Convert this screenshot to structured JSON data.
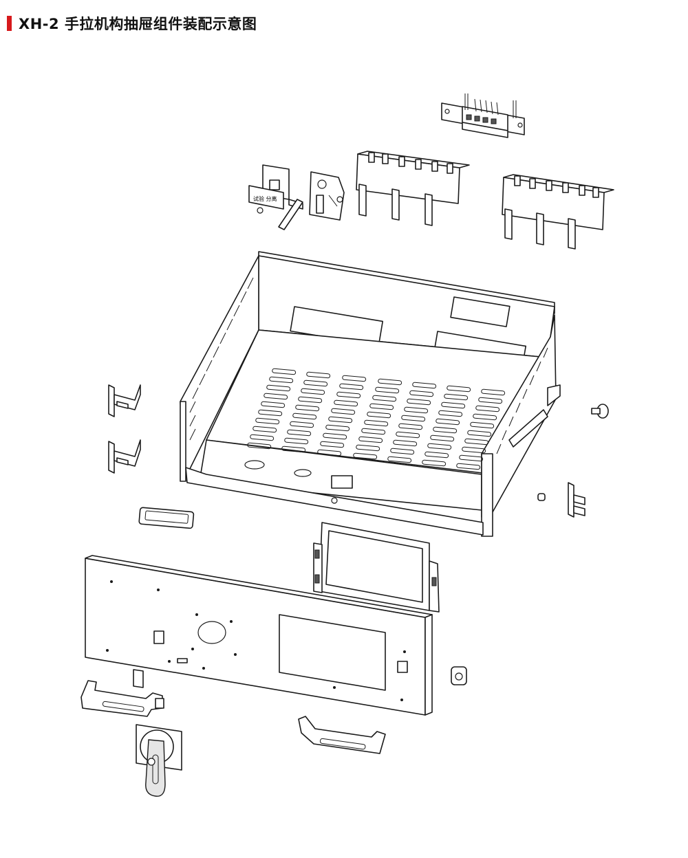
{
  "header": {
    "title": "XH-2 手拉机构抽屉组件装配示意图",
    "accent_color": "#d7191c"
  },
  "diagram": {
    "style": "exploded line drawing",
    "line_color": "#1a1a1a",
    "parts": [
      "secondary-terminal-block",
      "operating-mechanism-assembly",
      "upper-contact-block",
      "lower-contact-block",
      "drawer-frame",
      "left-bracket-upper",
      "left-bracket-lower",
      "right-stop-knob",
      "right-small-pin",
      "right-bracket",
      "label-holder",
      "window-frame",
      "front-panel",
      "left-handle",
      "latch-clip",
      "lock-knob",
      "right-handle",
      "rotary-handle-switch"
    ]
  }
}
